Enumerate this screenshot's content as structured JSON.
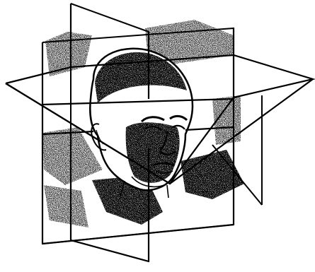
{
  "illustration": {
    "subject": "head-with-anatomical-planes-icon",
    "planes": [
      "sagittal-plane",
      "coronal-plane",
      "transverse-plane"
    ],
    "colors": {
      "ink": "#000000",
      "paper": "#ffffff",
      "stipple": "#2a2a2a"
    }
  }
}
